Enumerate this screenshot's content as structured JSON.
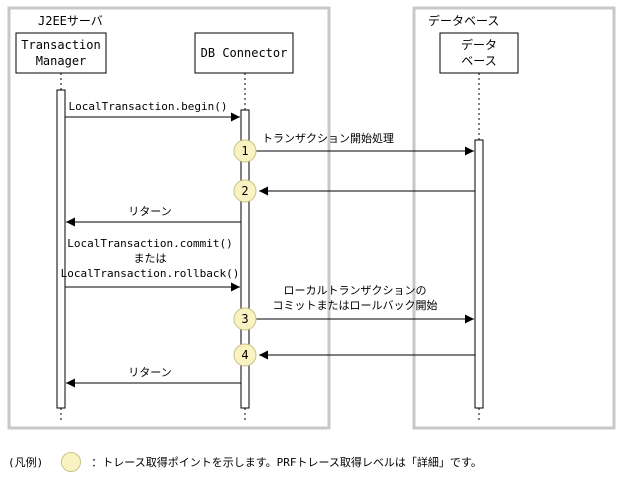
{
  "groups": {
    "server": "J2EEサーバ",
    "database": "データベース"
  },
  "lifelines": {
    "tm": [
      "Transaction",
      "Manager"
    ],
    "dbc": [
      "DB Connector"
    ],
    "db": [
      "データ",
      "ベース"
    ]
  },
  "messages": {
    "begin": "LocalTransaction.begin()",
    "start": "トランザクション開始処理",
    "return1": "リターン",
    "commit": [
      "LocalTransaction.commit()",
      "または",
      "LocalTransaction.rollback()"
    ],
    "local": [
      "ローカルトランザクションの",
      "コミットまたはロールバック開始"
    ],
    "return2": "リターン"
  },
  "points": [
    "1",
    "2",
    "3",
    "4"
  ],
  "legend": {
    "label": "(凡例)",
    "note": "：トレース取得ポイントを示します。PRFトレース取得レベルは「詳細」です。"
  },
  "colors": {
    "group_border": "#c8c8c8",
    "point_fill": "#f8f3c0",
    "point_stroke": "#c9c38a"
  }
}
